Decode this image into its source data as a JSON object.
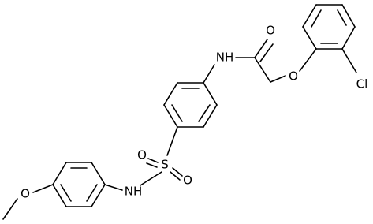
{
  "atoms": {
    "amide_nh": "NH",
    "carbonyl_o": "O",
    "ether_o": "O",
    "chloro": "Cl",
    "sulfur": "S",
    "sulfonyl_o_left": "O",
    "sulfonyl_o_right": "O",
    "sulfonamide_nh": "NH",
    "methoxy_o": "O"
  }
}
